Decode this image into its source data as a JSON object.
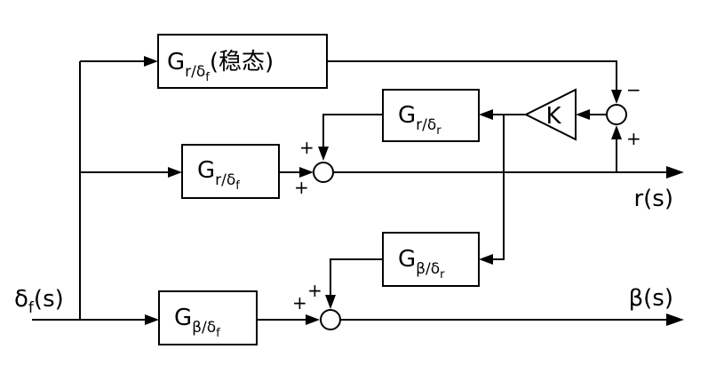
{
  "blocks": {
    "g_rdf_steady": {
      "main": "G",
      "sub": "r/δ",
      "subsub": "f",
      "suffix": "(稳态)"
    },
    "g_rdr": {
      "main": "G",
      "sub": "r/δ",
      "subsub": "r"
    },
    "g_rdf": {
      "main": "G",
      "sub": "r/δ",
      "subsub": "f"
    },
    "g_bdr": {
      "main": "G",
      "sub": "β/δ",
      "subsub": "r"
    },
    "g_bdf": {
      "main": "G",
      "sub": "β/δ",
      "subsub": "f"
    },
    "gain": {
      "label": "K"
    }
  },
  "signals": {
    "input": {
      "main": "δ",
      "sub": "f",
      "rest": "(s)"
    },
    "output_r": "r(s)",
    "output_beta": "β(s)"
  },
  "signs": {
    "top_sum_top": "−",
    "top_sum_bottom": "+",
    "mid_sum_top": "+",
    "mid_sum_left": "+",
    "bot_sum_top": "+",
    "bot_sum_left": "+"
  }
}
